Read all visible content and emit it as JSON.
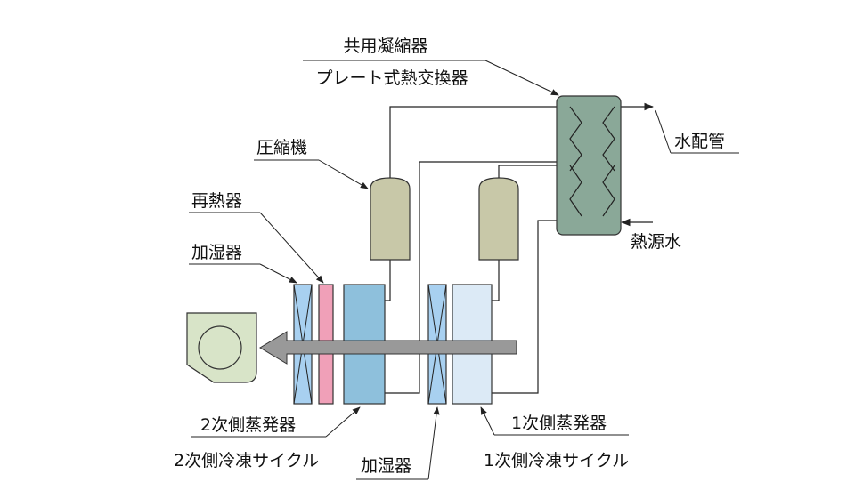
{
  "labels": {
    "shared_condenser": "共用凝縮器",
    "plate_hx": "プレート式熱交換器",
    "water_piping": "水配管",
    "compressor": "圧縮機",
    "heat_source_water": "熱源水",
    "reheater": "再熱器",
    "humidifier_top": "加湿器",
    "evap2": "2次側蒸発器",
    "cycle2": "2次側冷凍サイクル",
    "humidifier_bottom": "加湿器",
    "evap1": "1次側蒸発器",
    "cycle1": "1次側冷凍サイクル"
  },
  "colors": {
    "condenser": "#8aa898",
    "compressor": "#c8c8a8",
    "humidifier": "#a8d0f0",
    "reheater": "#f0a0b8",
    "evaporator2": "#8ec0dc",
    "evaporator1": "#dceaf6",
    "fan": "#d8e4c8",
    "airflow_arrow": "#999999"
  }
}
